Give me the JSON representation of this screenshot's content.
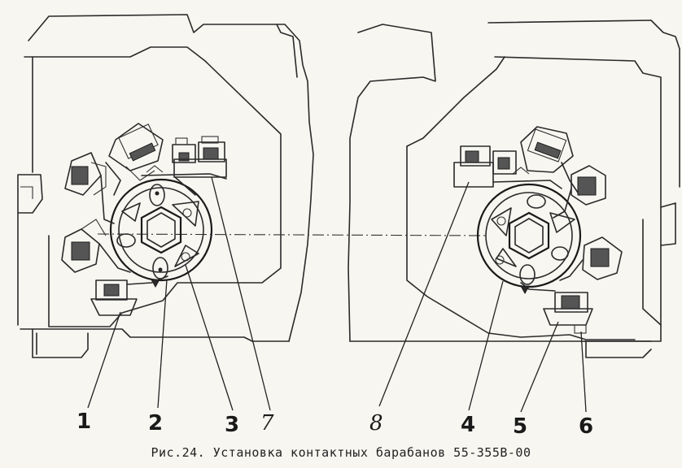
{
  "callouts": [
    {
      "id": "c1",
      "label": "1"
    },
    {
      "id": "c2",
      "label": "2"
    },
    {
      "id": "c3",
      "label": "3"
    },
    {
      "id": "c7",
      "label": "7"
    },
    {
      "id": "c8",
      "label": "8"
    },
    {
      "id": "c4",
      "label": "4"
    },
    {
      "id": "c5",
      "label": "5"
    },
    {
      "id": "c6",
      "label": "6"
    }
  ],
  "caption": "Рис.24. Установка контактных барабанов 55-355В-00"
}
